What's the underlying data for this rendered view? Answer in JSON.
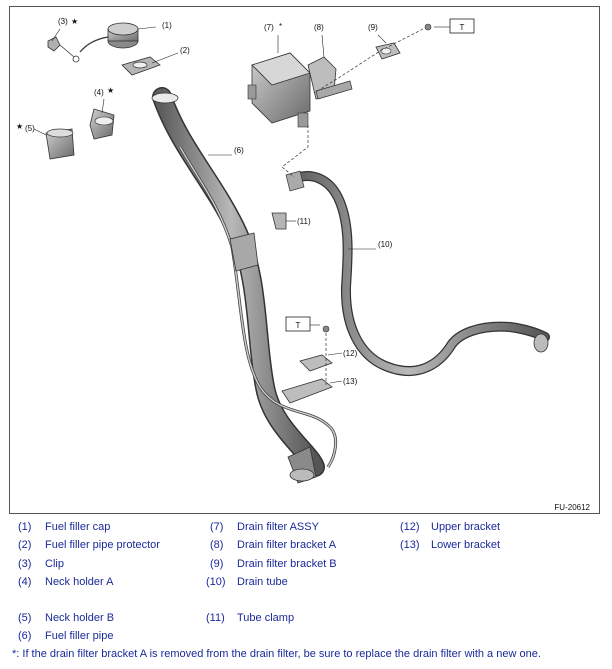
{
  "figure_id": "FU-20612",
  "tighten_symbol": "T",
  "star": "★",
  "callouts": {
    "c1": "(1)",
    "c2": "(2)",
    "c3": "(3)",
    "c4": "(4)",
    "c5": "(5)",
    "c6": "(6)",
    "c7": "(7)",
    "c8": "(8)",
    "c9": "(9)",
    "c10": "(10)",
    "c11": "(11)",
    "c12": "(12)",
    "c13": "(13)",
    "asterisk": "*"
  },
  "legend": [
    {
      "num": "(1)",
      "name": "Fuel filler cap"
    },
    {
      "num": "(2)",
      "name": "Fuel filler pipe protector"
    },
    {
      "num": "(3)",
      "name": "Clip"
    },
    {
      "num": "(4)",
      "name": "Neck holder A"
    },
    {
      "num": "(5)",
      "name": "Neck holder B"
    },
    {
      "num": "(6)",
      "name": "Fuel filler pipe"
    },
    {
      "num": "(7)",
      "name": "Drain filter ASSY"
    },
    {
      "num": "(8)",
      "name": "Drain filter bracket A"
    },
    {
      "num": "(9)",
      "name": "Drain filter bracket B"
    },
    {
      "num": "(10)",
      "name": "Drain tube"
    },
    {
      "num": "(11)",
      "name": "Tube clamp"
    },
    {
      "num": "(12)",
      "name": "Upper bracket"
    },
    {
      "num": "(13)",
      "name": "Lower bracket"
    }
  ],
  "footnote": "*: If the drain filter bracket A is removed from the drain filter, be sure to replace the drain filter with a new one."
}
